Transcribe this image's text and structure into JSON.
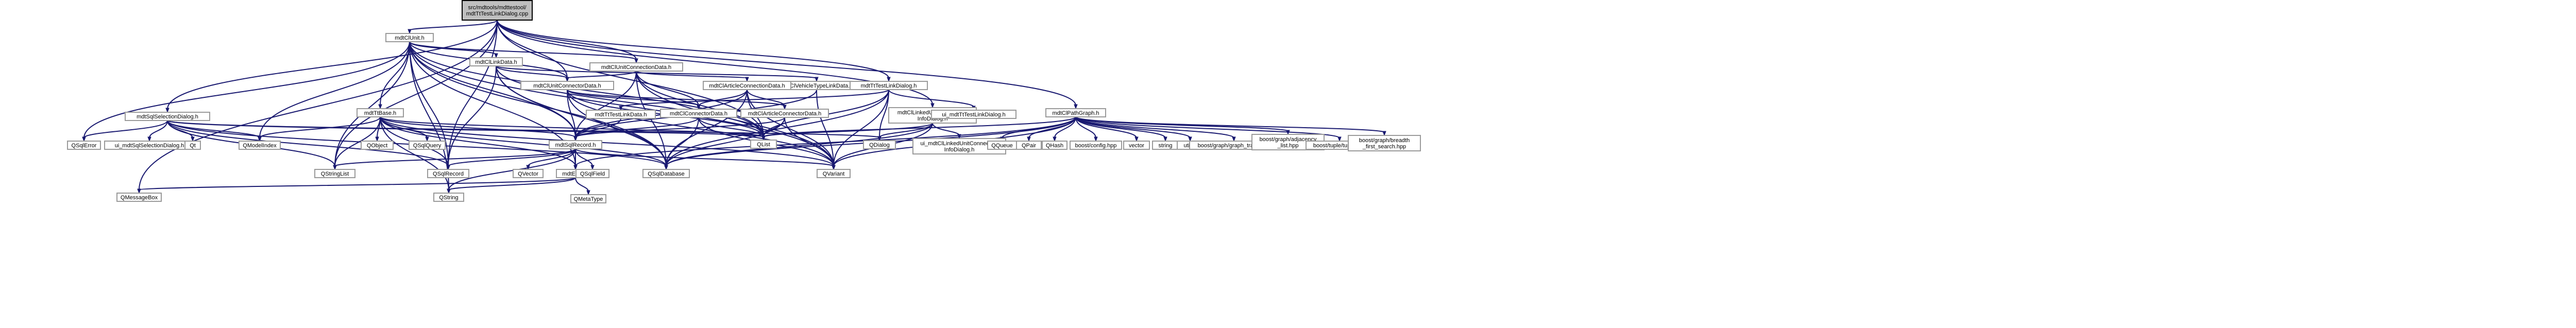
{
  "diagram": {
    "type": "include-dependency-graph",
    "edge_color": "#191970",
    "root_fill": "#bfbfbf",
    "node_fill": "#ffffff",
    "node_border": "#9a9a9a",
    "nodes": [
      {
        "id": "root",
        "lines": [
          "src/mdtools/mdttestool/",
          "mdtTtTestLinkDialog.cpp"
        ],
        "root": true
      },
      {
        "id": "clunit",
        "lines": [
          "mdtClUnit.h"
        ]
      },
      {
        "id": "unitconn",
        "lines": [
          "mdtClUnitConnectionData.h"
        ]
      },
      {
        "id": "linkdata",
        "lines": [
          "mdtClLinkData.h"
        ]
      },
      {
        "id": "unitconndata2",
        "lines": [
          "mdtClUnitConnectorData.h"
        ]
      },
      {
        "id": "vehtype",
        "lines": [
          "mdtClVehicleTypeLinkData.h"
        ]
      },
      {
        "id": "articleconn",
        "lines": [
          "mdtClArticleConnectionData.h"
        ]
      },
      {
        "id": "testlinkdlg",
        "lines": [
          "mdtTtTestLinkDialog.h"
        ]
      },
      {
        "id": "linkedunit",
        "lines": [
          "mdtClLinkedUnitConnection",
          "InfoDialog.h"
        ]
      },
      {
        "id": "sqlsel",
        "lines": [
          "mdtSqlSelectionDialog.h"
        ]
      },
      {
        "id": "ttbase",
        "lines": [
          "mdtTtBase.h"
        ]
      },
      {
        "id": "testlinkdata",
        "lines": [
          "mdtTtTestLinkData.h"
        ]
      },
      {
        "id": "connectordata",
        "lines": [
          "mdtClConnectorData.h"
        ]
      },
      {
        "id": "articleconnector",
        "lines": [
          "mdtClArticleConnectorData.h"
        ]
      },
      {
        "id": "pathgraph",
        "lines": [
          "mdtClPathGraph.h"
        ]
      },
      {
        "id": "sqlrecord",
        "lines": [
          "mdtSqlRecord.h"
        ]
      },
      {
        "id": "mdterror",
        "lines": [
          "mdtError.h"
        ]
      },
      {
        "id": "ui_testlink",
        "lines": [
          "ui_mdtTtTestLinkDialog.h"
        ]
      },
      {
        "id": "ui_linkedunit",
        "lines": [
          "ui_mdtClLinkedUnitConnection",
          "InfoDialog.h"
        ]
      },
      {
        "id": "ui_sqlsel",
        "lines": [
          "ui_mdtSqlSelectionDialog.h"
        ]
      },
      {
        "id": "qlist",
        "lines": [
          "QList"
        ]
      },
      {
        "id": "qdialog",
        "lines": [
          "QDialog"
        ]
      },
      {
        "id": "qvariant",
        "lines": [
          "QVariant"
        ]
      },
      {
        "id": "qsqldatabase",
        "lines": [
          "QSqlDatabase"
        ]
      },
      {
        "id": "qsqlrecord",
        "lines": [
          "QSqlRecord"
        ]
      },
      {
        "id": "qstringlist",
        "lines": [
          "QStringList"
        ]
      },
      {
        "id": "qsqlerror",
        "lines": [
          "QSqlError"
        ]
      },
      {
        "id": "qt",
        "lines": [
          "Qt"
        ]
      },
      {
        "id": "qmodelindex",
        "lines": [
          "QModelIndex"
        ]
      },
      {
        "id": "qobject",
        "lines": [
          "QObject"
        ]
      },
      {
        "id": "qsqlquery",
        "lines": [
          "QSqlQuery"
        ]
      },
      {
        "id": "qvector",
        "lines": [
          "QVector"
        ]
      },
      {
        "id": "qsqlfield",
        "lines": [
          "QSqlField"
        ]
      },
      {
        "id": "qstring",
        "lines": [
          "QString"
        ]
      },
      {
        "id": "qmessagebox",
        "lines": [
          "QMessageBox"
        ]
      },
      {
        "id": "qmetatype",
        "lines": [
          "QMetaType"
        ]
      },
      {
        "id": "qqueue",
        "lines": [
          "QQueue"
        ]
      },
      {
        "id": "qpair",
        "lines": [
          "QPair"
        ]
      },
      {
        "id": "qhash",
        "lines": [
          "QHash"
        ]
      },
      {
        "id": "boostconfig",
        "lines": [
          "boost/config.hpp"
        ]
      },
      {
        "id": "vector",
        "lines": [
          "vector"
        ]
      },
      {
        "id": "string",
        "lines": [
          "string"
        ]
      },
      {
        "id": "utility",
        "lines": [
          "utility"
        ]
      },
      {
        "id": "graphtraits",
        "lines": [
          "boost/graph/graph_traits.hpp"
        ]
      },
      {
        "id": "adjlist",
        "lines": [
          "boost/graph/adjacency",
          "_list.hpp"
        ]
      },
      {
        "id": "tuple",
        "lines": [
          "boost/tuple/tuple.hpp"
        ]
      },
      {
        "id": "bfs",
        "lines": [
          "boost/graph/breadth",
          "_first_search.hpp"
        ]
      }
    ],
    "edges": [
      [
        "root",
        "clunit"
      ],
      [
        "root",
        "unitconn"
      ],
      [
        "root",
        "testlinkdlg"
      ],
      [
        "root",
        "linkedunit"
      ],
      [
        "root",
        "sqlsel"
      ],
      [
        "root",
        "pathgraph"
      ],
      [
        "root",
        "unitconndata2"
      ],
      [
        "root",
        "qmessagebox"
      ],
      [
        "root",
        "qsqlrecord"
      ],
      [
        "root",
        "qstringlist"
      ],
      [
        "root",
        "qlist"
      ],
      [
        "clunit",
        "unitconn"
      ],
      [
        "clunit",
        "linkdata"
      ],
      [
        "clunit",
        "unitconndata2"
      ],
      [
        "clunit",
        "ttbase"
      ],
      [
        "clunit",
        "sqlrecord"
      ],
      [
        "clunit",
        "qsqlerror"
      ],
      [
        "clunit",
        "qmodelindex"
      ],
      [
        "clunit",
        "qsqldatabase"
      ],
      [
        "clunit",
        "qlist"
      ],
      [
        "clunit",
        "qvariant"
      ],
      [
        "clunit",
        "qstringlist"
      ],
      [
        "clunit",
        "qsqlrecord"
      ],
      [
        "clunit",
        "qstring"
      ],
      [
        "clunit",
        "mdterror"
      ],
      [
        "unitconn",
        "unitconndata2"
      ],
      [
        "unitconn",
        "articleconn"
      ],
      [
        "unitconn",
        "connectordata"
      ],
      [
        "unitconn",
        "sqlrecord"
      ],
      [
        "unitconn",
        "qsqldatabase"
      ],
      [
        "unitconn",
        "qlist"
      ],
      [
        "unitconn",
        "qvariant"
      ],
      [
        "linkdata",
        "unitconndata2"
      ],
      [
        "linkdata",
        "vehtype"
      ],
      [
        "linkdata",
        "sqlrecord"
      ],
      [
        "linkdata",
        "qsqldatabase"
      ],
      [
        "linkdata",
        "qlist"
      ],
      [
        "linkdata",
        "qsqlrecord"
      ],
      [
        "unitconndata2",
        "articleconnector"
      ],
      [
        "unitconndata2",
        "connectordata"
      ],
      [
        "unitconndata2",
        "sqlrecord"
      ],
      [
        "unitconndata2",
        "qlist"
      ],
      [
        "unitconndata2",
        "qvariant"
      ],
      [
        "unitconndata2",
        "qsqldatabase"
      ],
      [
        "vehtype",
        "sqlrecord"
      ],
      [
        "vehtype",
        "qvariant"
      ],
      [
        "articleconn",
        "articleconnector"
      ],
      [
        "articleconn",
        "sqlrecord"
      ],
      [
        "articleconn",
        "qlist"
      ],
      [
        "articleconn",
        "qvariant"
      ],
      [
        "articleconn",
        "qsqldatabase"
      ],
      [
        "articleconn",
        "connectordata"
      ],
      [
        "testlinkdlg",
        "ui_testlink"
      ],
      [
        "testlinkdlg",
        "qdialog"
      ],
      [
        "testlinkdlg",
        "qvariant"
      ],
      [
        "testlinkdlg",
        "qsqldatabase"
      ],
      [
        "testlinkdlg",
        "testlinkdata"
      ],
      [
        "testlinkdlg",
        "qlist"
      ],
      [
        "linkedunit",
        "ui_linkedunit"
      ],
      [
        "linkedunit",
        "qdialog"
      ],
      [
        "linkedunit",
        "qlist"
      ],
      [
        "linkedunit",
        "qsqldatabase"
      ],
      [
        "linkedunit",
        "qvariant"
      ],
      [
        "sqlsel",
        "ui_sqlsel"
      ],
      [
        "sqlsel",
        "qt"
      ],
      [
        "sqlsel",
        "qmodelindex"
      ],
      [
        "sqlsel",
        "qsqlerror"
      ],
      [
        "sqlsel",
        "qstringlist"
      ],
      [
        "sqlsel",
        "qsqlrecord"
      ],
      [
        "sqlsel",
        "qlist"
      ],
      [
        "sqlsel",
        "qdialog"
      ],
      [
        "sqlsel",
        "qsqldatabase"
      ],
      [
        "ttbase",
        "qobject"
      ],
      [
        "ttbase",
        "qsqlquery"
      ],
      [
        "ttbase",
        "qmodelindex"
      ],
      [
        "ttbase",
        "qsqldatabase"
      ],
      [
        "ttbase",
        "qsqlrecord"
      ],
      [
        "ttbase",
        "qstringlist"
      ],
      [
        "ttbase",
        "qstring"
      ],
      [
        "ttbase",
        "qlist"
      ],
      [
        "ttbase",
        "sqlrecord"
      ],
      [
        "ttbase",
        "mdterror"
      ],
      [
        "ttbase",
        "qvariant"
      ],
      [
        "testlinkdata",
        "sqlrecord"
      ],
      [
        "connectordata",
        "sqlrecord"
      ],
      [
        "connectordata",
        "qlist"
      ],
      [
        "connectordata",
        "qvariant"
      ],
      [
        "connectordata",
        "qsqldatabase"
      ],
      [
        "articleconnector",
        "sqlrecord"
      ],
      [
        "articleconnector",
        "qlist"
      ],
      [
        "articleconnector",
        "qvariant"
      ],
      [
        "articleconnector",
        "qsqldatabase"
      ],
      [
        "articleconnector",
        "connectordata"
      ],
      [
        "pathgraph",
        "qqueue"
      ],
      [
        "pathgraph",
        "qpair"
      ],
      [
        "pathgraph",
        "qhash"
      ],
      [
        "pathgraph",
        "boostconfig"
      ],
      [
        "pathgraph",
        "vector"
      ],
      [
        "pathgraph",
        "string"
      ],
      [
        "pathgraph",
        "utility"
      ],
      [
        "pathgraph",
        "graphtraits"
      ],
      [
        "pathgraph",
        "adjlist"
      ],
      [
        "pathgraph",
        "tuple"
      ],
      [
        "pathgraph",
        "bfs"
      ],
      [
        "pathgraph",
        "qlist"
      ],
      [
        "pathgraph",
        "qvariant"
      ],
      [
        "pathgraph",
        "qsqldatabase"
      ],
      [
        "pathgraph",
        "mdterror"
      ],
      [
        "sqlrecord",
        "qsqlrecord"
      ],
      [
        "sqlrecord",
        "qvector"
      ],
      [
        "sqlrecord",
        "qsqlfield"
      ],
      [
        "sqlrecord",
        "qvariant"
      ],
      [
        "sqlrecord",
        "qstringlist"
      ],
      [
        "sqlrecord",
        "qstring"
      ],
      [
        "sqlrecord",
        "mdterror"
      ],
      [
        "mdterror",
        "qmetatype"
      ],
      [
        "mdterror",
        "qstring"
      ],
      [
        "mdterror",
        "qmessagebox"
      ]
    ]
  }
}
